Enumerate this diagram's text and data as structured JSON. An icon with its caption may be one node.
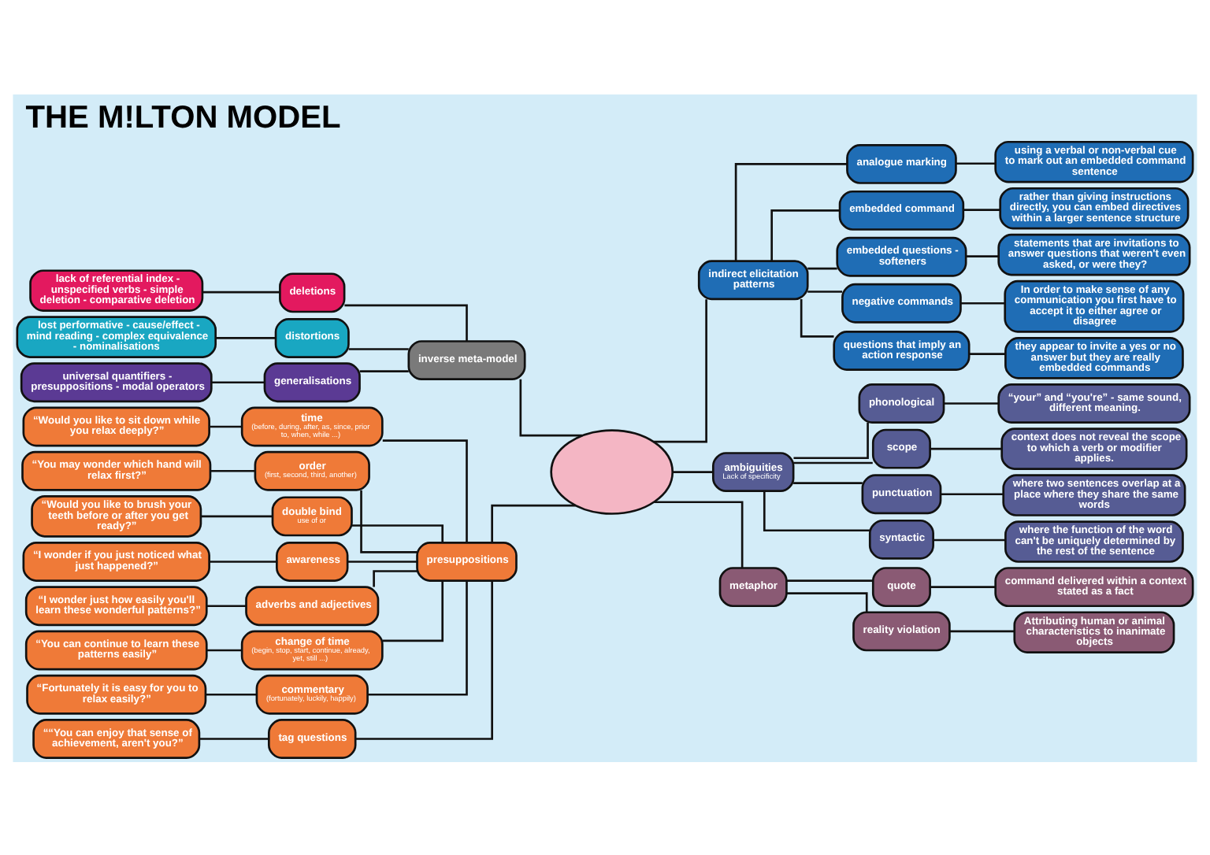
{
  "diagram": {
    "title": "THE M!LTON MODEL",
    "nodes": [
      {
        "text": [],
        "shape": "circle"
      },
      {
        "text": [
          "inverse meta-model"
        ]
      },
      {
        "text": [
          "deletions"
        ]
      },
      {
        "text": [
          "distortions"
        ]
      },
      {
        "text": [
          "generalisations"
        ]
      },
      {
        "text": [
          "lack of referential index - unspecified verbs - simple deletion - comparative deletion"
        ]
      },
      {
        "text": [
          "lost performative - cause/effect - mind reading - complex equivalence - nominalisations"
        ]
      },
      {
        "text": [
          "universal quantifiers - presuppositions - modal operators"
        ]
      },
      {
        "text": [
          "presuppositions"
        ]
      },
      {
        "text": [
          "time",
          "(before, during, after, as, since, prior to, when, while ...)"
        ]
      },
      {
        "text": [
          "order",
          "(first, second, third, another)"
        ]
      },
      {
        "text": [
          "double bind",
          "use of or"
        ]
      },
      {
        "text": [
          "awareness"
        ]
      },
      {
        "text": [
          "adverbs and adjectives"
        ]
      },
      {
        "text": [
          "change of time",
          "(begin, stop, start, continue, already, yet, still ...)"
        ]
      },
      {
        "text": [
          "commentary",
          "(fortunately, luckily, happily)"
        ]
      },
      {
        "text": [
          "tag questions"
        ]
      },
      {
        "text": [
          "“Would you like to sit down while you relax deeply?”"
        ]
      },
      {
        "text": [
          "“You may wonder which hand will relax first?”"
        ]
      },
      {
        "text": [
          "“Would you like to brush your teeth before or after you get ready?”"
        ]
      },
      {
        "text": [
          "“I wonder if you just noticed what just happened?”"
        ]
      },
      {
        "text": [
          "“I wonder just how easily you'll learn these wonderful patterns?”"
        ]
      },
      {
        "text": [
          "“You can continue to learn these patterns easily”"
        ]
      },
      {
        "text": [
          "“Fortunately it is easy for you to relax easily?”"
        ]
      },
      {
        "text": [
          "““You can enjoy that sense of achievement, aren't you?”"
        ]
      },
      {
        "text": [
          "indirect elicitation patterns"
        ]
      },
      {
        "text": [
          "analogue marking"
        ]
      },
      {
        "text": [
          "embedded command"
        ]
      },
      {
        "text": [
          "embedded questions - softeners"
        ]
      },
      {
        "text": [
          "negative commands"
        ]
      },
      {
        "text": [
          "questions that imply an action response"
        ]
      },
      {
        "text": [
          "using a verbal or non-verbal cue to mark out an embedded command sentence"
        ]
      },
      {
        "text": [
          "rather than giving instructions directly, you can embed directives within a larger sentence structure"
        ]
      },
      {
        "text": [
          "statements that are invitations to answer questions that weren't even asked, or were they?"
        ]
      },
      {
        "text": [
          "In order to make sense of any communication you first have to accept it to either agree or disagree"
        ]
      },
      {
        "text": [
          "they appear to invite a yes or no answer but they are really embedded commands"
        ]
      },
      {
        "text": [
          "ambiguities",
          "Lack of specificity"
        ]
      },
      {
        "text": [
          "phonological"
        ]
      },
      {
        "text": [
          "scope"
        ]
      },
      {
        "text": [
          "punctuation"
        ]
      },
      {
        "text": [
          "syntactic"
        ]
      },
      {
        "text": [
          "“your” and “you're” - same sound, different meaning."
        ]
      },
      {
        "text": [
          "context does not reveal the scope to which a verb or modifier applies."
        ]
      },
      {
        "text": [
          "where two sentences overlap at a place where they share the same words"
        ]
      },
      {
        "text": [
          "where the function of the word can't be uniquely determined by the rest of the sentence"
        ]
      },
      {
        "text": [
          "metaphor"
        ]
      },
      {
        "text": [
          "quote"
        ]
      },
      {
        "text": [
          "reality violation"
        ]
      },
      {
        "text": [
          "command delivered within a context stated as a fact"
        ]
      },
      {
        "text": [
          "Attributing human or animal characteristics to inanimate objects"
        ]
      }
    ],
    "edges": [
      {
        "from": 5,
        "to": 2,
        "arrow": "none"
      },
      {
        "from": 6,
        "to": 3,
        "arrow": "none"
      },
      {
        "from": 7,
        "to": 4,
        "arrow": "none"
      },
      {
        "from": 2,
        "to": 1,
        "arrow": "none"
      },
      {
        "from": 3,
        "to": 1,
        "arrow": "none"
      },
      {
        "from": 4,
        "to": 1,
        "arrow": "none"
      },
      {
        "from": 1,
        "to": 0,
        "arrow": "none"
      },
      {
        "from": 17,
        "to": 9,
        "arrow": "none"
      },
      {
        "from": 18,
        "to": 10,
        "arrow": "none"
      },
      {
        "from": 19,
        "to": 11,
        "arrow": "none"
      },
      {
        "from": 20,
        "to": 12,
        "arrow": "none"
      },
      {
        "from": 21,
        "to": 13,
        "arrow": "none"
      },
      {
        "from": 22,
        "to": 14,
        "arrow": "none"
      },
      {
        "from": 23,
        "to": 15,
        "arrow": "none"
      },
      {
        "from": 24,
        "to": 16,
        "arrow": "none"
      },
      {
        "from": 9,
        "to": 8,
        "arrow": "none"
      },
      {
        "from": 10,
        "to": 8,
        "arrow": "none"
      },
      {
        "from": 11,
        "to": 8,
        "arrow": "none"
      },
      {
        "from": 12,
        "to": 8,
        "arrow": "none"
      },
      {
        "from": 13,
        "to": 8,
        "arrow": "none"
      },
      {
        "from": 14,
        "to": 8,
        "arrow": "none"
      },
      {
        "from": 15,
        "to": 8,
        "arrow": "none"
      },
      {
        "from": 16,
        "to": 8,
        "arrow": "none"
      },
      {
        "from": 8,
        "to": 0,
        "arrow": "none"
      },
      {
        "from": 0,
        "to": 25,
        "arrow": "none"
      },
      {
        "from": 25,
        "to": 26,
        "arrow": "none"
      },
      {
        "from": 25,
        "to": 27,
        "arrow": "none"
      },
      {
        "from": 25,
        "to": 28,
        "arrow": "none"
      },
      {
        "from": 25,
        "to": 29,
        "arrow": "none"
      },
      {
        "from": 25,
        "to": 30,
        "arrow": "none"
      },
      {
        "from": 26,
        "to": 31,
        "arrow": "none"
      },
      {
        "from": 27,
        "to": 32,
        "arrow": "none"
      },
      {
        "from": 28,
        "to": 33,
        "arrow": "none"
      },
      {
        "from": 29,
        "to": 34,
        "arrow": "none"
      },
      {
        "from": 30,
        "to": 35,
        "arrow": "none"
      },
      {
        "from": 0,
        "to": 36,
        "arrow": "none"
      },
      {
        "from": 36,
        "to": 37,
        "arrow": "none"
      },
      {
        "from": 36,
        "to": 38,
        "arrow": "none"
      },
      {
        "from": 36,
        "to": 39,
        "arrow": "none"
      },
      {
        "from": 36,
        "to": 40,
        "arrow": "none"
      },
      {
        "from": 37,
        "to": 41,
        "arrow": "none"
      },
      {
        "from": 38,
        "to": 42,
        "arrow": "none"
      },
      {
        "from": 39,
        "to": 43,
        "arrow": "none"
      },
      {
        "from": 40,
        "to": 44,
        "arrow": "none"
      },
      {
        "from": 0,
        "to": 45,
        "arrow": "none"
      },
      {
        "from": 45,
        "to": 46,
        "arrow": "none"
      },
      {
        "from": 45,
        "to": 47,
        "arrow": "none"
      },
      {
        "from": 46,
        "to": 48,
        "arrow": "none"
      },
      {
        "from": 47,
        "to": 49,
        "arrow": "none"
      }
    ]
  }
}
